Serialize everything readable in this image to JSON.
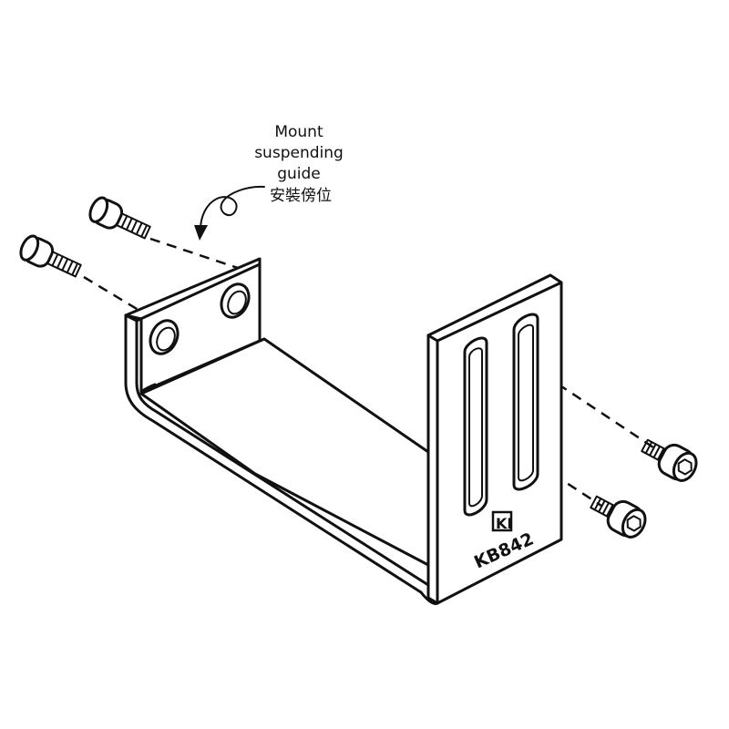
{
  "annotation": {
    "line1": "Mount",
    "line2": "suspending",
    "line3": "guide",
    "line4": "安裝傍位"
  },
  "bracket": {
    "logo_text": "KI",
    "model": "KB842"
  },
  "icons": {
    "screws": [
      "hex-socket-screw",
      "hex-socket-screw",
      "hex-socket-screw",
      "hex-socket-screw"
    ],
    "arrow": "curved-arrow"
  }
}
